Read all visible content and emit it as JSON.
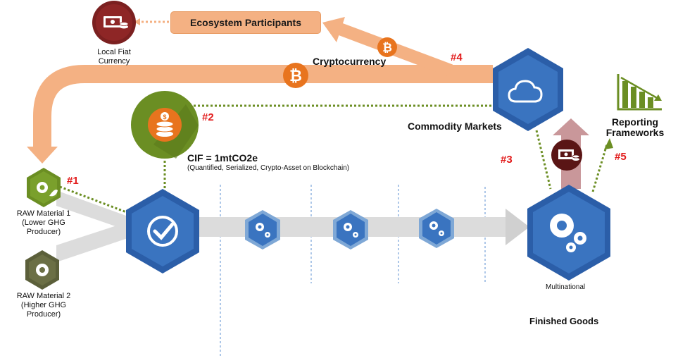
{
  "nodes": {
    "ecosystem_participants": "Ecosystem Participants",
    "local_fiat": [
      "Local Fiat",
      "Currency"
    ],
    "cryptocurrency": "Cryptocurrency",
    "commodity_markets": "Commodity Markets",
    "reporting": [
      "Reporting",
      "Frameworks"
    ],
    "cif_title": "CIF = 1mtCO2e",
    "cif_sub": "(Quantified, Serialized, Crypto-Asset on Blockchain)",
    "raw1": [
      "RAW Material  1",
      "(Lower GHG",
      "Producer)"
    ],
    "raw2": [
      "RAW Material  2",
      "(Higher GHG",
      "Producer)"
    ],
    "multinational": "Multinational",
    "finished_goods": "Finished Goods"
  },
  "markers": {
    "m1": "#1",
    "m2": "#2",
    "m3": "#3",
    "m4": "#4",
    "m5": "#5"
  },
  "icons": [
    "money-icon",
    "bitcoin-icon",
    "cloud-icon",
    "coins-icon",
    "checkmark-icon",
    "gear-icon",
    "bar-chart-icon"
  ],
  "colors": {
    "blue": "#3a74c0",
    "blue_dark": "#2b5ea8",
    "light_blue": "#7fa8d6",
    "orange": "#f4b183",
    "bitcoin": "#e8741e",
    "dark_red": "#7b2020",
    "olive": "#6b8e23",
    "olive_dark": "#5b5f3a",
    "gray_arrow": "#d4d4d4",
    "marker_red": "#e21b1b"
  }
}
